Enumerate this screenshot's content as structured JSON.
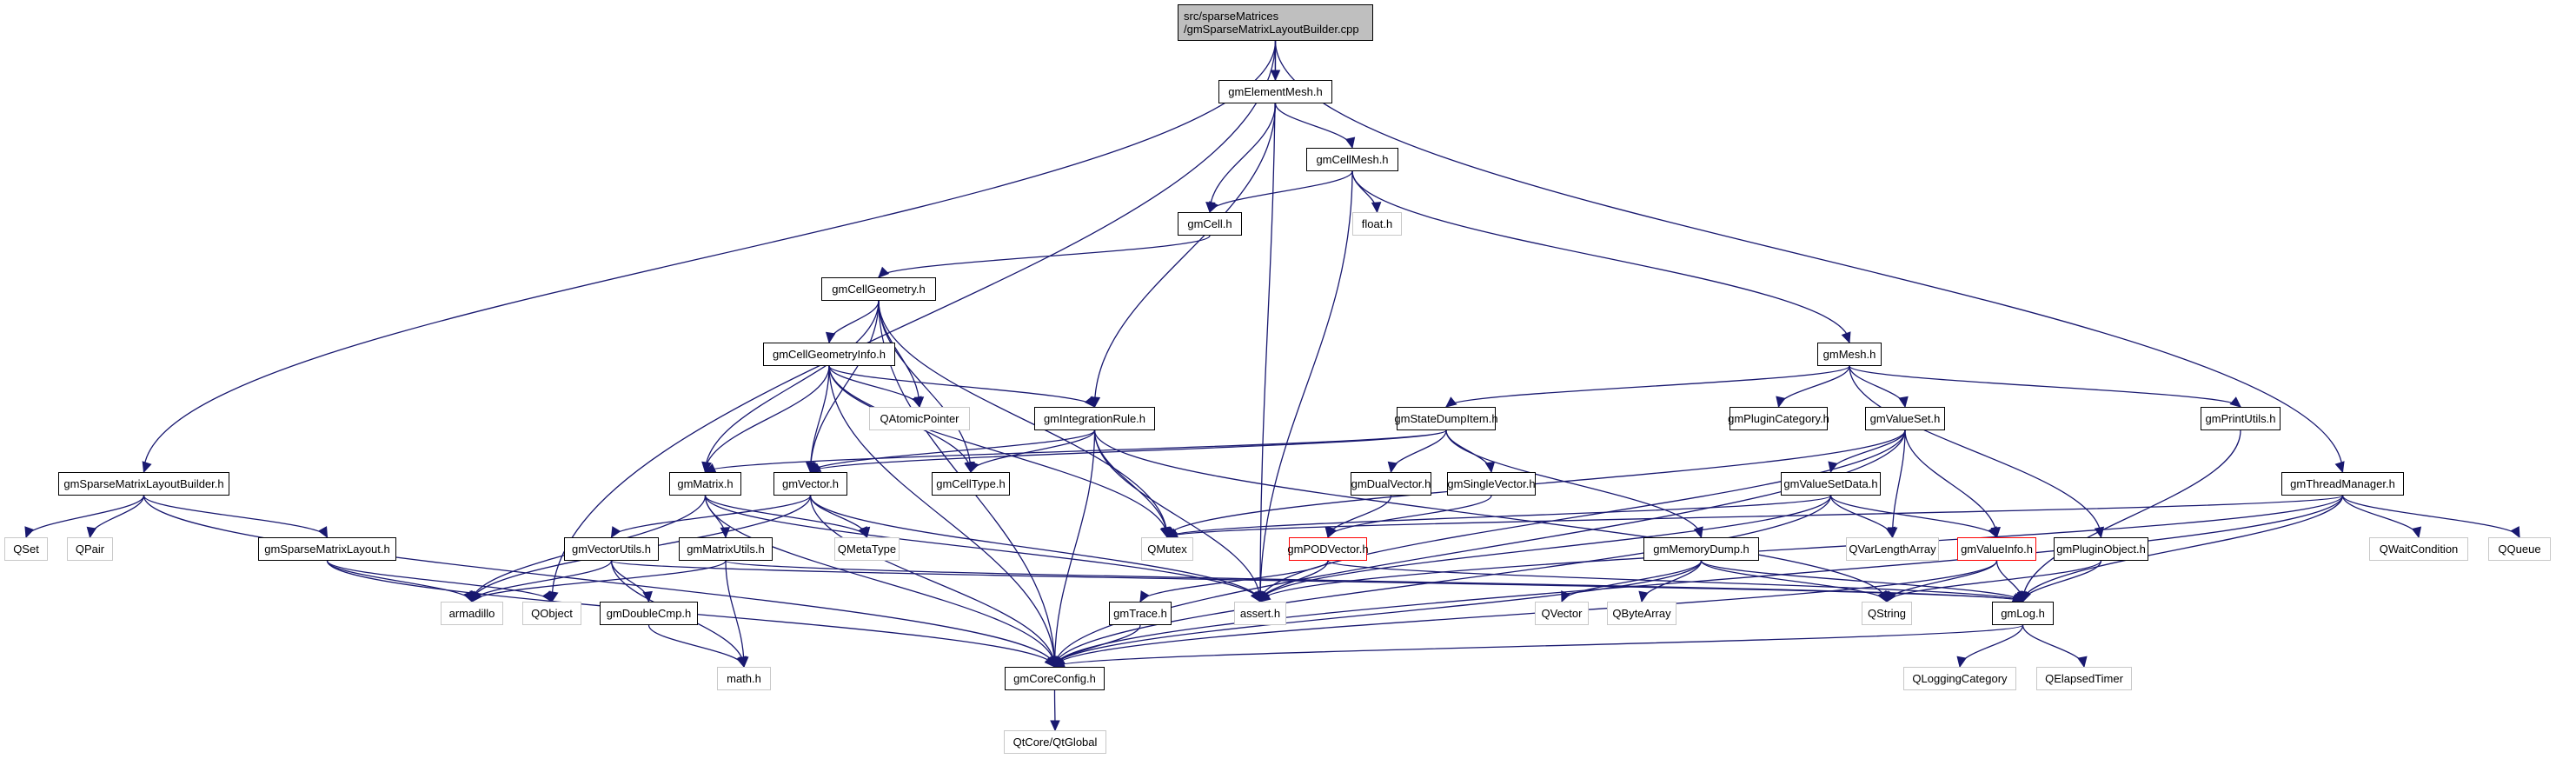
{
  "graph": {
    "title": "src/sparseMatrices/gmSparseMatrixLayoutBuilder.cpp include dependency graph",
    "colors": {
      "edge": "#191970",
      "root_fill": "#bfbfbf",
      "documented_border": "#000000",
      "external_border": "#c8c8c8",
      "truncated_border": "#ff0000"
    },
    "nodes": [
      {
        "id": "root",
        "label_lines": [
          "src/sparseMatrices",
          "/gmSparseMatrixLayoutBuilder.cpp"
        ],
        "kind": "root"
      },
      {
        "id": "gmElementMesh",
        "label": "gmElementMesh.h",
        "kind": "doc"
      },
      {
        "id": "gmCellMesh",
        "label": "gmCellMesh.h",
        "kind": "doc"
      },
      {
        "id": "gmCell",
        "label": "gmCell.h",
        "kind": "doc"
      },
      {
        "id": "float",
        "label": "float.h",
        "kind": "ext"
      },
      {
        "id": "gmCellGeometry",
        "label": "gmCellGeometry.h",
        "kind": "doc"
      },
      {
        "id": "gmCellGeometryInfo",
        "label": "gmCellGeometryInfo.h",
        "kind": "doc"
      },
      {
        "id": "QAtomicPointer",
        "label": "QAtomicPointer",
        "kind": "ext"
      },
      {
        "id": "gmIntegrationRule",
        "label": "gmIntegrationRule.h",
        "kind": "doc"
      },
      {
        "id": "gmCellType",
        "label": "gmCellType.h",
        "kind": "doc"
      },
      {
        "id": "gmMesh",
        "label": "gmMesh.h",
        "kind": "doc"
      },
      {
        "id": "gmStateDumpItem",
        "label": "gmStateDumpItem.h",
        "kind": "doc"
      },
      {
        "id": "gmPluginCategory",
        "label": "gmPluginCategory.h",
        "kind": "doc"
      },
      {
        "id": "gmValueSet",
        "label": "gmValueSet.h",
        "kind": "doc"
      },
      {
        "id": "gmPrintUtils",
        "label": "gmPrintUtils.h",
        "kind": "doc"
      },
      {
        "id": "gmSparseMatrixLayoutBuilder",
        "label": "gmSparseMatrixLayoutBuilder.h",
        "kind": "doc"
      },
      {
        "id": "gmMatrix",
        "label": "gmMatrix.h",
        "kind": "doc"
      },
      {
        "id": "gmVector",
        "label": "gmVector.h",
        "kind": "doc"
      },
      {
        "id": "gmDualVector",
        "label": "gmDualVector.h",
        "kind": "doc"
      },
      {
        "id": "gmSingleVector",
        "label": "gmSingleVector.h",
        "kind": "doc"
      },
      {
        "id": "gmValueSetData",
        "label": "gmValueSetData.h",
        "kind": "doc"
      },
      {
        "id": "gmThreadManager",
        "label": "gmThreadManager.h",
        "kind": "doc"
      },
      {
        "id": "QSet",
        "label": "QSet",
        "kind": "ext"
      },
      {
        "id": "QPair",
        "label": "QPair",
        "kind": "ext"
      },
      {
        "id": "gmSparseMatrixLayout",
        "label": "gmSparseMatrixLayout.h",
        "kind": "doc"
      },
      {
        "id": "gmVectorUtils",
        "label": "gmVectorUtils.h",
        "kind": "doc"
      },
      {
        "id": "gmMatrixUtils",
        "label": "gmMatrixUtils.h",
        "kind": "doc"
      },
      {
        "id": "QMetaType",
        "label": "QMetaType",
        "kind": "ext"
      },
      {
        "id": "QMutex",
        "label": "QMutex",
        "kind": "ext"
      },
      {
        "id": "gmPODVector",
        "label": "gmPODVector.h",
        "kind": "red"
      },
      {
        "id": "gmMemoryDump",
        "label": "gmMemoryDump.h",
        "kind": "doc"
      },
      {
        "id": "QVarLengthArray",
        "label": "QVarLengthArray",
        "kind": "ext"
      },
      {
        "id": "gmValueInfo",
        "label": "gmValueInfo.h",
        "kind": "red"
      },
      {
        "id": "gmPluginObject",
        "label": "gmPluginObject.h",
        "kind": "doc"
      },
      {
        "id": "QWaitCondition",
        "label": "QWaitCondition",
        "kind": "ext"
      },
      {
        "id": "QQueue",
        "label": "QQueue",
        "kind": "ext"
      },
      {
        "id": "armadillo",
        "label": "armadillo",
        "kind": "ext"
      },
      {
        "id": "QObject",
        "label": "QObject",
        "kind": "ext"
      },
      {
        "id": "gmDoubleCmp",
        "label": "gmDoubleCmp.h",
        "kind": "doc"
      },
      {
        "id": "gmTrace",
        "label": "gmTrace.h",
        "kind": "doc"
      },
      {
        "id": "assert",
        "label": "assert.h",
        "kind": "ext"
      },
      {
        "id": "QVector",
        "label": "QVector",
        "kind": "ext"
      },
      {
        "id": "QByteArray",
        "label": "QByteArray",
        "kind": "ext"
      },
      {
        "id": "QString",
        "label": "QString",
        "kind": "ext"
      },
      {
        "id": "gmLog",
        "label": "gmLog.h",
        "kind": "doc"
      },
      {
        "id": "math",
        "label": "math.h",
        "kind": "ext"
      },
      {
        "id": "gmCoreConfig",
        "label": "gmCoreConfig.h",
        "kind": "doc"
      },
      {
        "id": "QLoggingCategory",
        "label": "QLoggingCategory",
        "kind": "ext"
      },
      {
        "id": "QElapsedTimer",
        "label": "QElapsedTimer",
        "kind": "ext"
      },
      {
        "id": "QtGlobal",
        "label": "QtCore/QtGlobal",
        "kind": "ext"
      }
    ],
    "edges": [
      [
        "root",
        "gmElementMesh"
      ],
      [
        "root",
        "gmSparseMatrixLayoutBuilder"
      ],
      [
        "root",
        "gmThreadManager"
      ],
      [
        "root",
        "assert"
      ],
      [
        "root",
        "QObject"
      ],
      [
        "gmElementMesh",
        "gmCellMesh"
      ],
      [
        "gmElementMesh",
        "gmCell"
      ],
      [
        "gmElementMesh",
        "gmIntegrationRule"
      ],
      [
        "gmCellMesh",
        "gmCell"
      ],
      [
        "gmCellMesh",
        "float"
      ],
      [
        "gmCellMesh",
        "gmMesh"
      ],
      [
        "gmCellMesh",
        "assert"
      ],
      [
        "gmCell",
        "gmCellGeometry"
      ],
      [
        "gmCellGeometry",
        "gmCellGeometryInfo"
      ],
      [
        "gmCellGeometry",
        "QAtomicPointer"
      ],
      [
        "gmCellGeometry",
        "gmCellType"
      ],
      [
        "gmCellGeometry",
        "gmMatrix"
      ],
      [
        "gmCellGeometry",
        "gmVector"
      ],
      [
        "gmCellGeometry",
        "QMutex"
      ],
      [
        "gmCellGeometry",
        "gmCoreConfig"
      ],
      [
        "gmCellGeometryInfo",
        "QAtomicPointer"
      ],
      [
        "gmCellGeometryInfo",
        "gmIntegrationRule"
      ],
      [
        "gmCellGeometryInfo",
        "gmMatrix"
      ],
      [
        "gmCellGeometryInfo",
        "gmVector"
      ],
      [
        "gmCellGeometryInfo",
        "QMutex"
      ],
      [
        "gmCellGeometryInfo",
        "gmCoreConfig"
      ],
      [
        "gmCellGeometryInfo",
        "gmCellType"
      ],
      [
        "gmIntegrationRule",
        "gmCellType"
      ],
      [
        "gmIntegrationRule",
        "gmVector"
      ],
      [
        "gmIntegrationRule",
        "QMutex"
      ],
      [
        "gmIntegrationRule",
        "assert"
      ],
      [
        "gmIntegrationRule",
        "gmCoreConfig"
      ],
      [
        "gmIntegrationRule",
        "QString"
      ],
      [
        "gmMesh",
        "gmStateDumpItem"
      ],
      [
        "gmMesh",
        "gmPluginCategory"
      ],
      [
        "gmMesh",
        "gmValueSet"
      ],
      [
        "gmMesh",
        "gmPrintUtils"
      ],
      [
        "gmMesh",
        "gmPluginObject"
      ],
      [
        "gmStateDumpItem",
        "gmDualVector"
      ],
      [
        "gmStateDumpItem",
        "gmSingleVector"
      ],
      [
        "gmStateDumpItem",
        "gmMemoryDump"
      ],
      [
        "gmStateDumpItem",
        "gmMatrix"
      ],
      [
        "gmStateDumpItem",
        "gmVector"
      ],
      [
        "gmValueSet",
        "gmValueSetData"
      ],
      [
        "gmValueSet",
        "QVarLengthArray"
      ],
      [
        "gmValueSet",
        "gmValueInfo"
      ],
      [
        "gmValueSet",
        "QMutex"
      ],
      [
        "gmValueSet",
        "assert"
      ],
      [
        "gmValueSet",
        "gmCoreConfig"
      ],
      [
        "gmPrintUtils",
        "gmLog"
      ],
      [
        "gmSparseMatrixLayoutBuilder",
        "QSet"
      ],
      [
        "gmSparseMatrixLayoutBuilder",
        "QPair"
      ],
      [
        "gmSparseMatrixLayoutBuilder",
        "gmSparseMatrixLayout"
      ],
      [
        "gmSparseMatrixLayoutBuilder",
        "gmCoreConfig"
      ],
      [
        "gmSparseMatrixLayout",
        "armadillo"
      ],
      [
        "gmSparseMatrixLayout",
        "QObject"
      ],
      [
        "gmSparseMatrixLayout",
        "gmCoreConfig"
      ],
      [
        "gmMatrix",
        "gmMatrixUtils"
      ],
      [
        "gmMatrix",
        "QMetaType"
      ],
      [
        "gmMatrix",
        "armadillo"
      ],
      [
        "gmMatrix",
        "assert"
      ],
      [
        "gmMatrix",
        "gmCoreConfig"
      ],
      [
        "gmVector",
        "gmVectorUtils"
      ],
      [
        "gmVector",
        "QMetaType"
      ],
      [
        "gmVector",
        "armadillo"
      ],
      [
        "gmVector",
        "assert"
      ],
      [
        "gmVector",
        "gmCoreConfig"
      ],
      [
        "gmVectorUtils",
        "armadillo"
      ],
      [
        "gmVectorUtils",
        "gmDoubleCmp"
      ],
      [
        "gmVectorUtils",
        "math"
      ],
      [
        "gmVectorUtils",
        "gmLog"
      ],
      [
        "gmMatrixUtils",
        "armadillo"
      ],
      [
        "gmMatrixUtils",
        "math"
      ],
      [
        "gmMatrixUtils",
        "gmLog"
      ],
      [
        "gmDualVector",
        "gmPODVector"
      ],
      [
        "gmSingleVector",
        "gmPODVector"
      ],
      [
        "gmPODVector",
        "assert"
      ],
      [
        "gmPODVector",
        "gmTrace"
      ],
      [
        "gmPODVector",
        "gmLog"
      ],
      [
        "gmValueSetData",
        "QVarLengthArray"
      ],
      [
        "gmValueSetData",
        "gmValueInfo"
      ],
      [
        "gmValueSetData",
        "assert"
      ],
      [
        "gmValueSetData",
        "gmCoreConfig"
      ],
      [
        "gmValueSetData",
        "QMutex"
      ],
      [
        "gmValueInfo",
        "QString"
      ],
      [
        "gmValueInfo",
        "gmLog"
      ],
      [
        "gmValueInfo",
        "gmCoreConfig"
      ],
      [
        "gmPluginObject",
        "QString"
      ],
      [
        "gmPluginObject",
        "gmLog"
      ],
      [
        "gmMemoryDump",
        "QVector"
      ],
      [
        "gmMemoryDump",
        "QByteArray"
      ],
      [
        "gmMemoryDump",
        "QString"
      ],
      [
        "gmMemoryDump",
        "gmLog"
      ],
      [
        "gmMemoryDump",
        "gmCoreConfig"
      ],
      [
        "gmThreadManager",
        "QWaitCondition"
      ],
      [
        "gmThreadManager",
        "QQueue"
      ],
      [
        "gmThreadManager",
        "QMutex"
      ],
      [
        "gmThreadManager",
        "gmLog"
      ],
      [
        "gmThreadManager",
        "assert"
      ],
      [
        "gmThreadManager",
        "gmCoreConfig"
      ],
      [
        "gmDoubleCmp",
        "math"
      ],
      [
        "gmTrace",
        "gmCoreConfig"
      ],
      [
        "gmLog",
        "QLoggingCategory"
      ],
      [
        "gmLog",
        "QElapsedTimer"
      ],
      [
        "gmLog",
        "gmCoreConfig"
      ],
      [
        "gmCoreConfig",
        "QtGlobal"
      ]
    ]
  }
}
